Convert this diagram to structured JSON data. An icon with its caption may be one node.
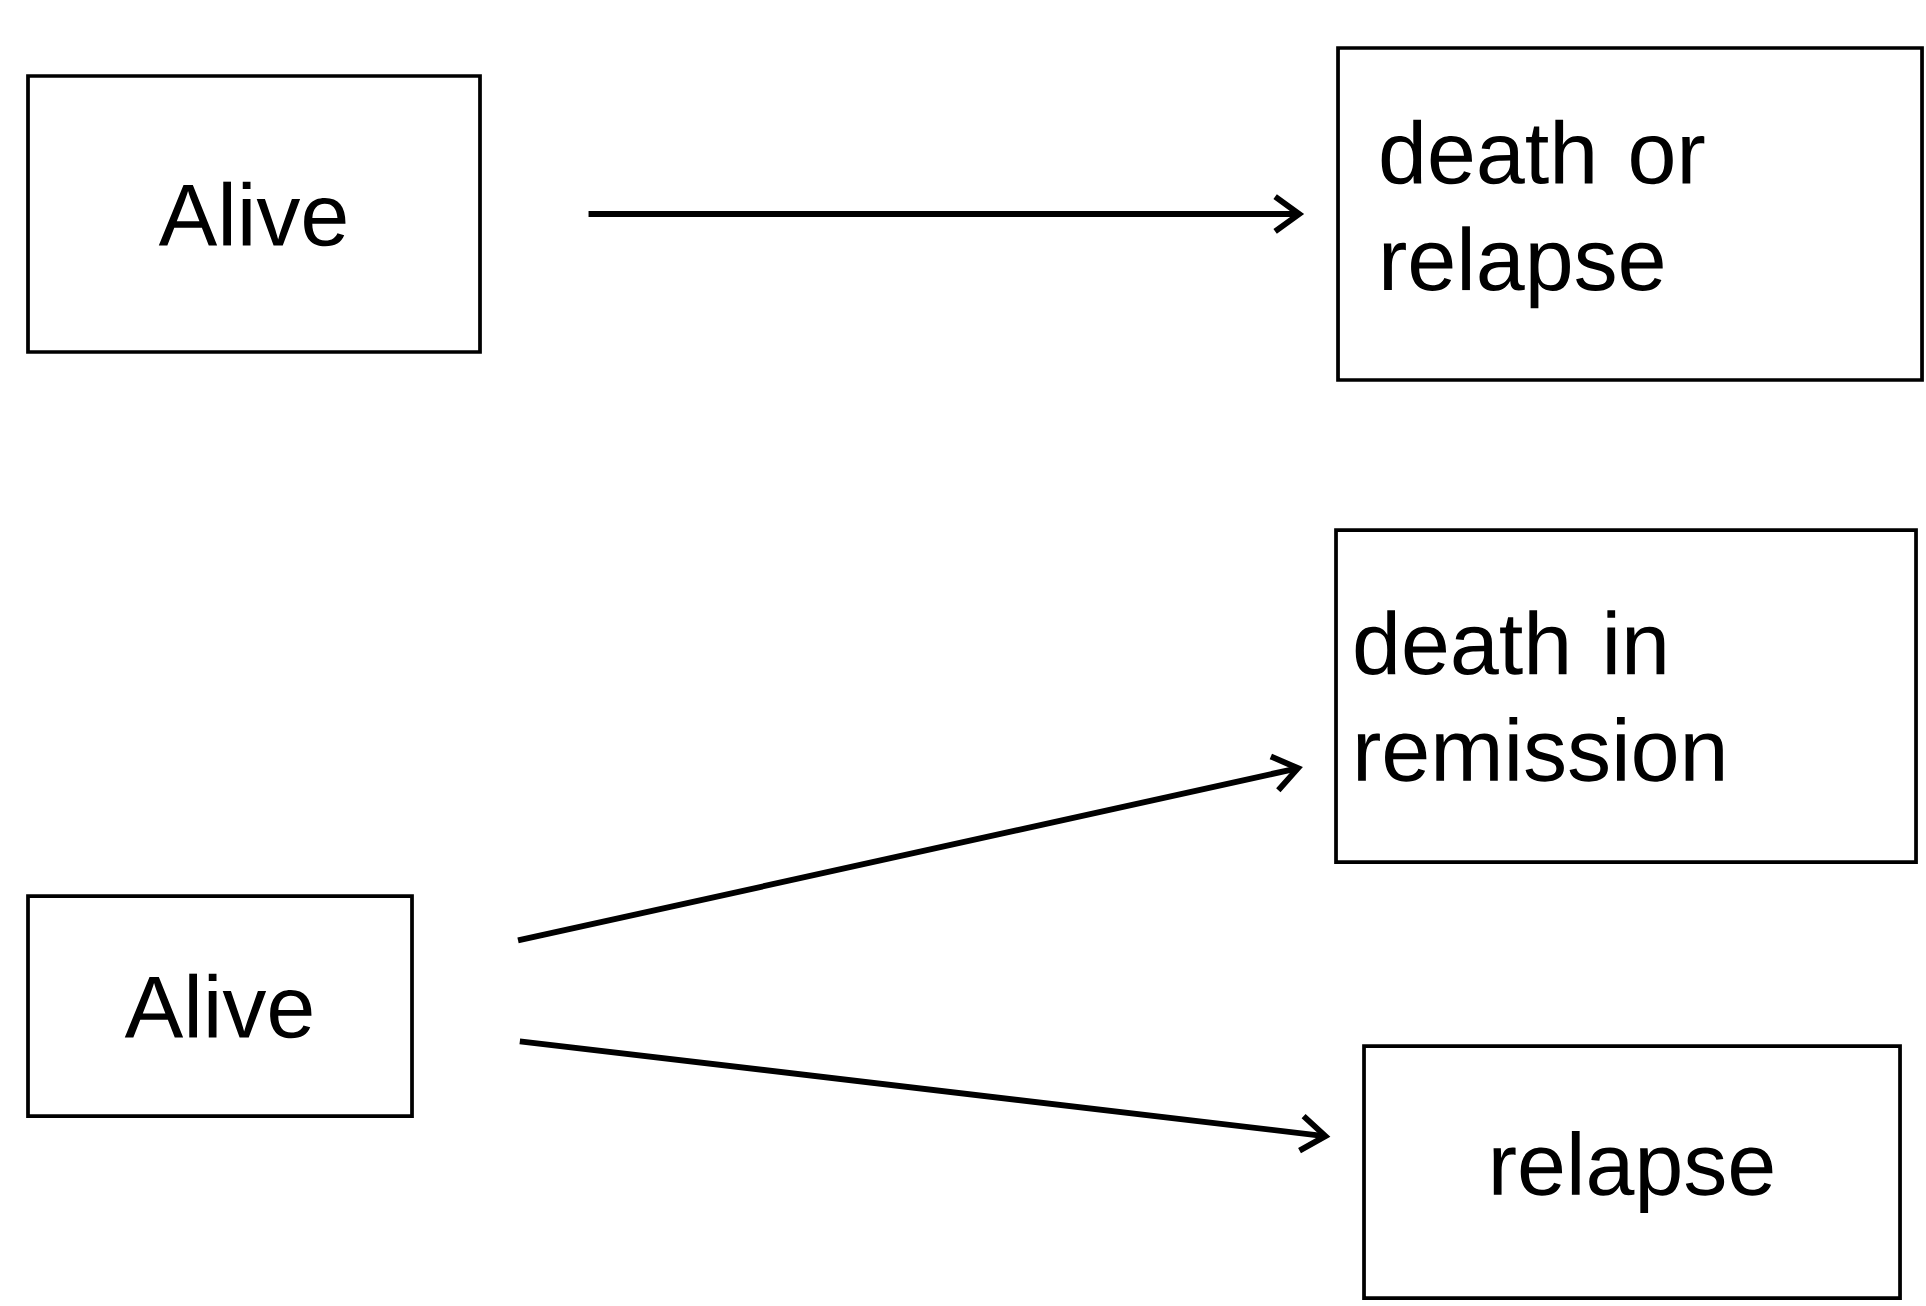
{
  "diagram": {
    "nodes": [
      {
        "text": [
          "Alive"
        ]
      },
      {
        "text": [
          "death or relapse"
        ]
      },
      {
        "text": [
          "Alive"
        ]
      },
      {
        "text": [
          "death in remission"
        ]
      },
      {
        "text": [
          "relapse"
        ]
      }
    ],
    "edges": [
      {
        "from": 0,
        "to": 1,
        "arrow": "to"
      },
      {
        "from": 2,
        "to": 3,
        "arrow": "to"
      },
      {
        "from": 2,
        "to": 4,
        "arrow": "to"
      }
    ]
  }
}
